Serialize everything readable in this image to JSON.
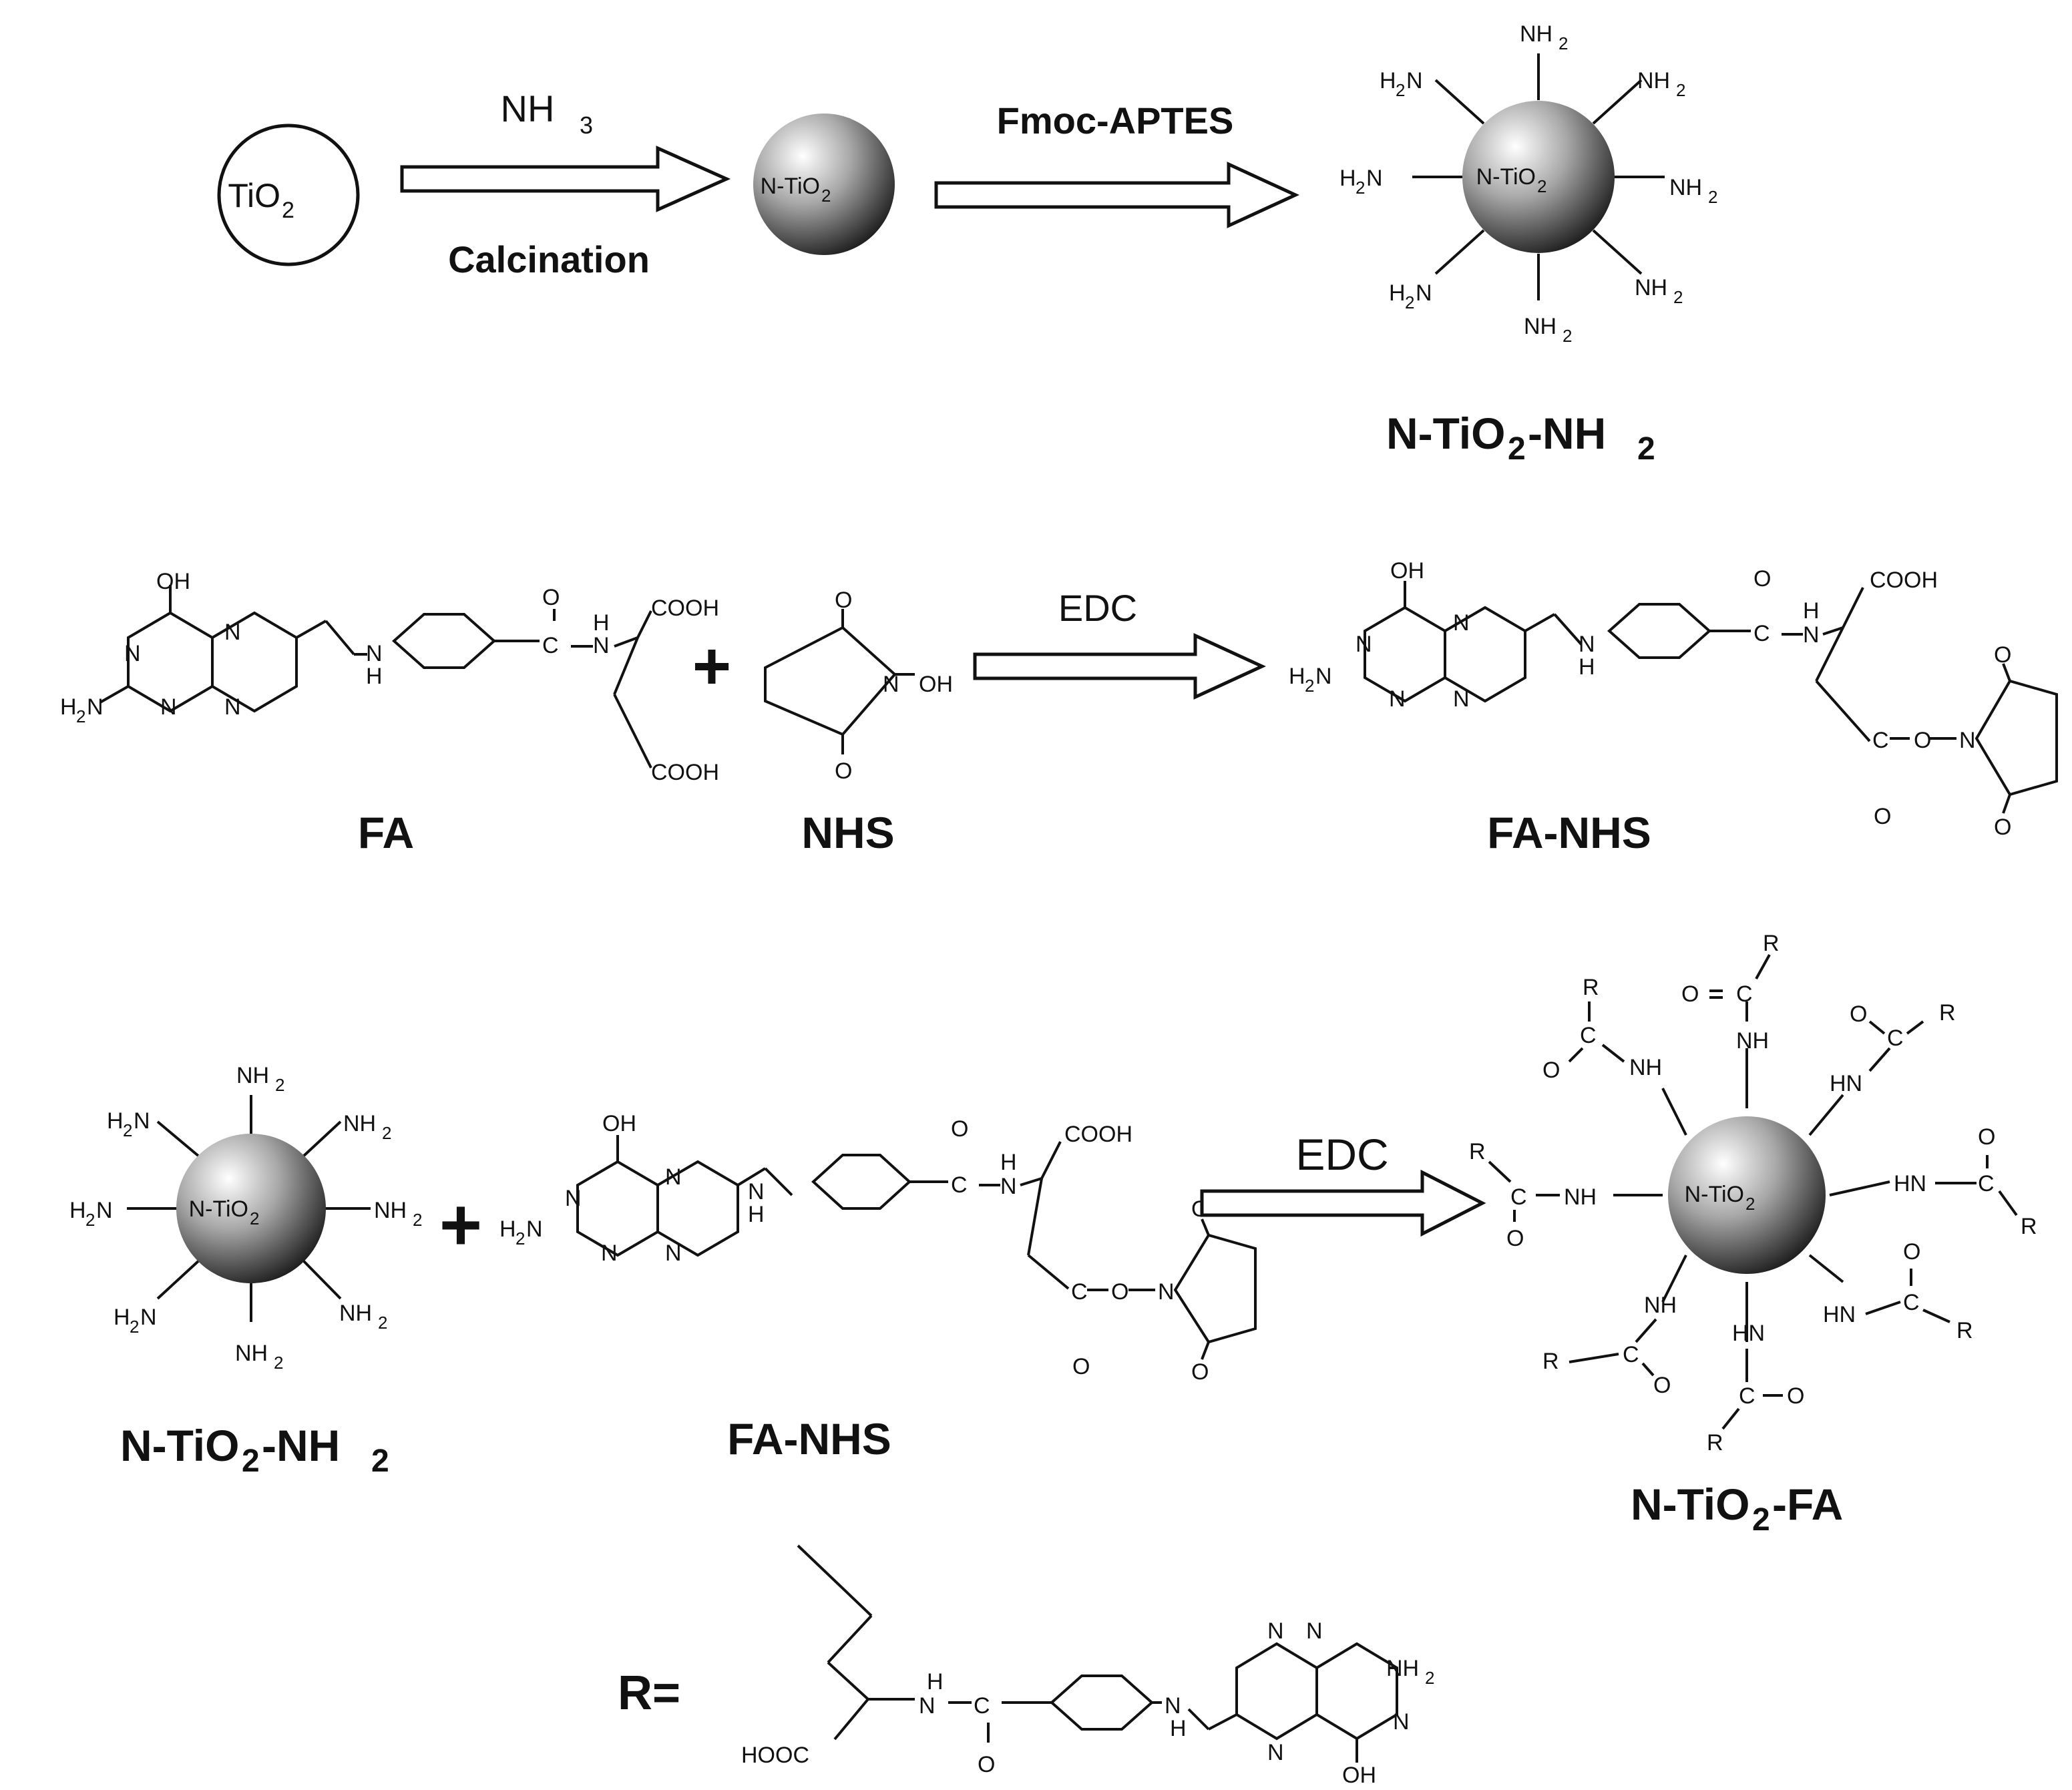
{
  "colors": {
    "ink": "#111111",
    "background": "#ffffff",
    "sphere_light": "#ffffff",
    "sphere_dark": "#1e1e1e"
  },
  "species": {
    "tio2": {
      "base": "TiO",
      "sub": "2"
    },
    "ntio2": {
      "base": "N-TiO",
      "sub": "2"
    },
    "amine": {
      "prefix": "H",
      "sub": "2",
      "suffix": "N"
    },
    "amine_right": {
      "base": "NH",
      "sub": "2"
    }
  },
  "step1": {
    "top": {
      "base": "NH",
      "sub": "3"
    },
    "bottom": "Calcination"
  },
  "step2": {
    "top": "Fmoc-APTES"
  },
  "product1": {
    "base": "N-TiO",
    "sub": "2",
    "suffix": "-NH",
    "sub2": "2"
  },
  "step3": {
    "reagent": "EDC",
    "plus": "+"
  },
  "labels": {
    "fa": "FA",
    "nhs": "NHS",
    "fa_nhs": "FA-NHS",
    "fa_nhs_2": "FA-NHS"
  },
  "row3": {
    "reagent": "EDC",
    "plus": "+",
    "left": {
      "base": "N-TiO",
      "sub": "2",
      "suffix": "-NH",
      "sub2": "2"
    },
    "product": {
      "base": "N-TiO",
      "sub": "2",
      "suffix": "-FA"
    }
  },
  "r_group": {
    "label": "R="
  },
  "groups": {
    "oh": "OH",
    "n": "N",
    "h": "H",
    "nh": "NH",
    "hn": "HN",
    "o": "O",
    "c": "C",
    "cooh": "COOH",
    "hooc": "HOOC",
    "n_oh": "N",
    "oh_tail": "OH",
    "r": "R"
  }
}
